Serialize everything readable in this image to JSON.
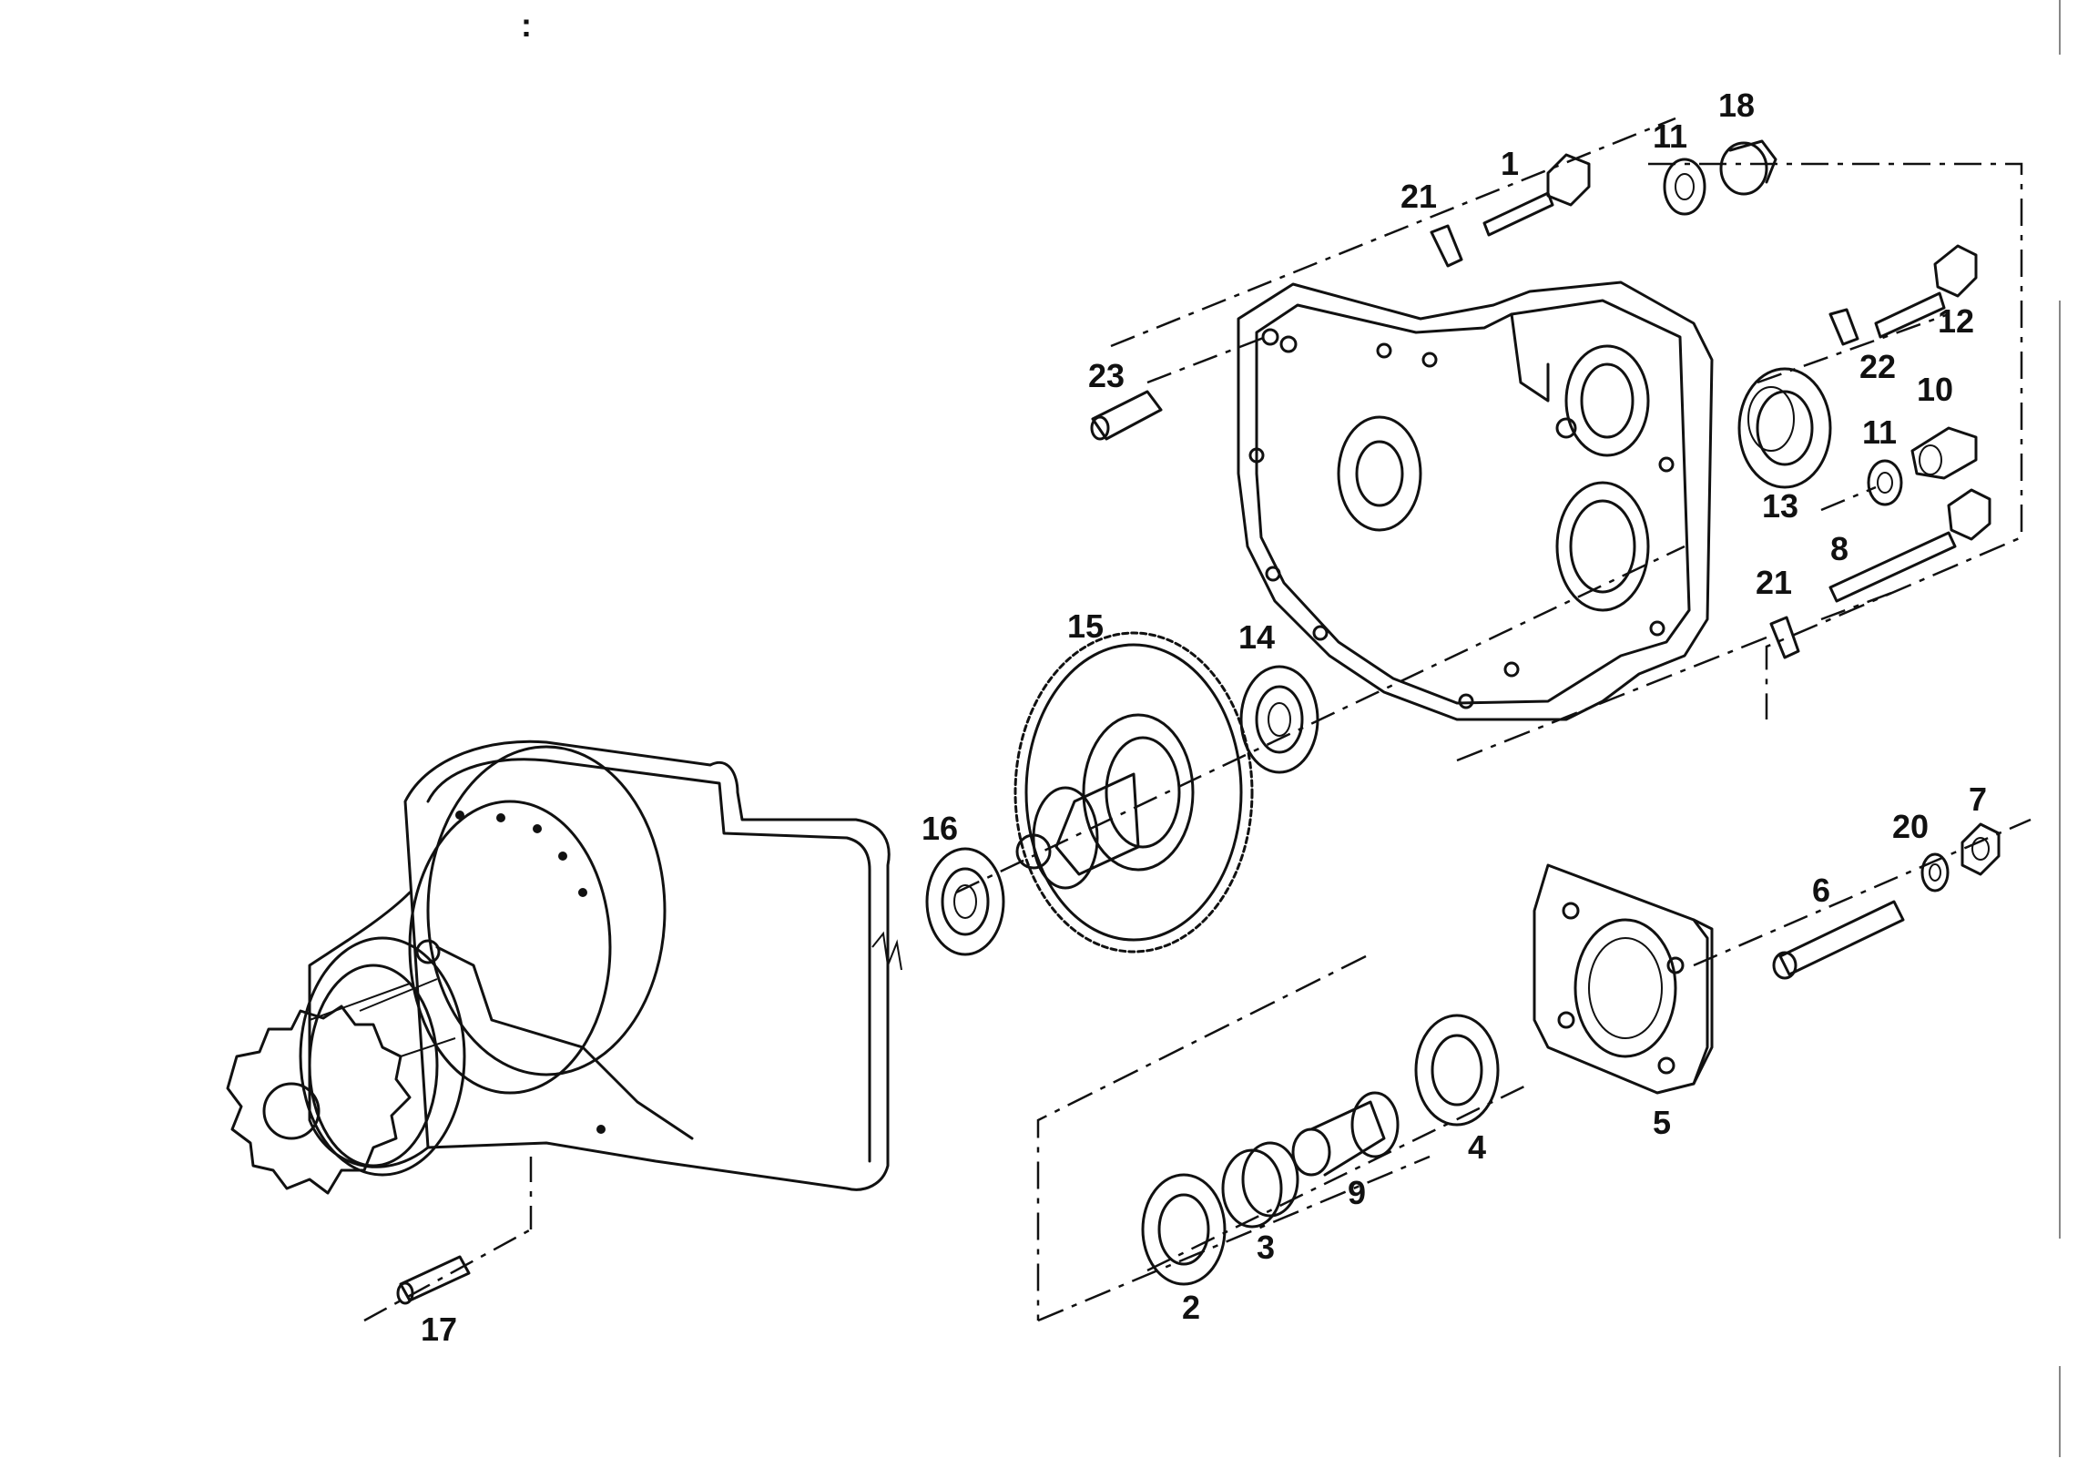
{
  "callouts": {
    "c1": "1",
    "c2": "2",
    "c3": "3",
    "c4": "4",
    "c5": "5",
    "c6": "6",
    "c7": "7",
    "c8": "8",
    "c9": "9",
    "c10": "10",
    "c11a": "11",
    "c11b": "11",
    "c12": "12",
    "c13": "13",
    "c14": "14",
    "c15": "15",
    "c16": "16",
    "c17": "17",
    "c18": "18",
    "c20": "20",
    "c21a": "21",
    "c21b": "21",
    "c22": "22",
    "c23": "23"
  },
  "stray_mark": ":"
}
